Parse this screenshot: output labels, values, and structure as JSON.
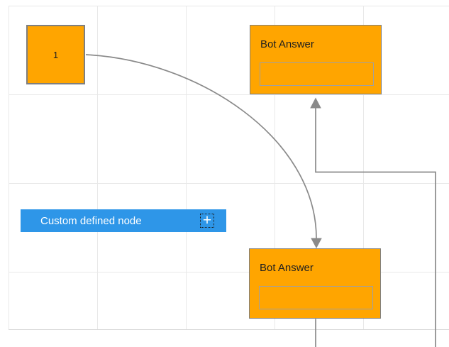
{
  "canvas": {
    "description": "Bot flow diagram editor canvas with grid"
  },
  "nodes": {
    "start": {
      "label": "1"
    },
    "bot_answer_top": {
      "title": "Bot Answer",
      "field_value": ""
    },
    "bot_answer_bottom": {
      "title": "Bot Answer",
      "field_value": ""
    },
    "custom": {
      "label": "Custom defined node",
      "plus": "+"
    }
  },
  "icons": {
    "add_port": "plus-icon",
    "arrowheads": [
      "arrowhead-down-icon",
      "arrowhead-up-icon"
    ]
  },
  "colors": {
    "node_fill": "#FFA500",
    "node_border": "#7F7F7F",
    "field_border": "#A0A0A0",
    "custom_node_fill": "#2E96E8",
    "custom_node_text": "#FFFFFF",
    "connector": "#8A8A8A",
    "grid_line": "#E8E8E8",
    "title_text": "#1F1F1F"
  }
}
